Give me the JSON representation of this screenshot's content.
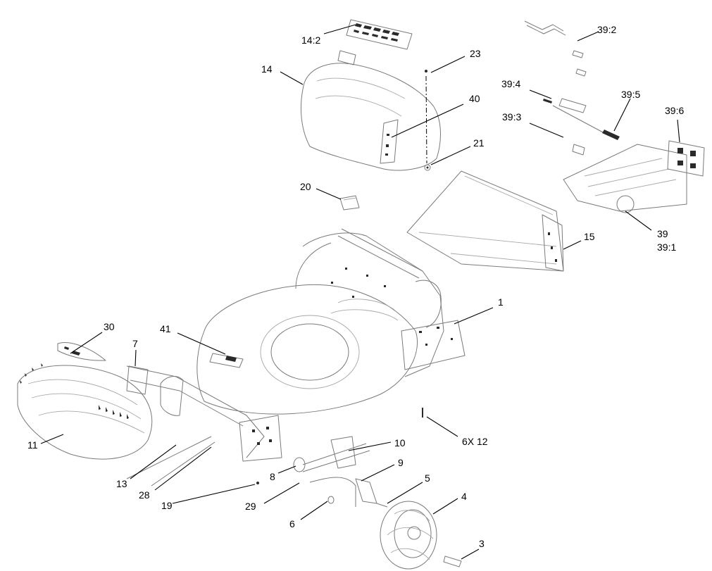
{
  "diagram": {
    "type": "exploded-parts-diagram",
    "callouts": [
      {
        "id": "c-14-2",
        "label": "14:2"
      },
      {
        "id": "c-14",
        "label": "14"
      },
      {
        "id": "c-23",
        "label": "23"
      },
      {
        "id": "c-40",
        "label": "40"
      },
      {
        "id": "c-21",
        "label": "21"
      },
      {
        "id": "c-20",
        "label": "20"
      },
      {
        "id": "c-39-2",
        "label": "39:2"
      },
      {
        "id": "c-39-4",
        "label": "39:4"
      },
      {
        "id": "c-39-5",
        "label": "39:5"
      },
      {
        "id": "c-39-6",
        "label": "39:6"
      },
      {
        "id": "c-39-3",
        "label": "39:3"
      },
      {
        "id": "c-39",
        "label": "39"
      },
      {
        "id": "c-39-1",
        "label": "39:1"
      },
      {
        "id": "c-15",
        "label": "15"
      },
      {
        "id": "c-1",
        "label": "1"
      },
      {
        "id": "c-30",
        "label": "30"
      },
      {
        "id": "c-41",
        "label": "41"
      },
      {
        "id": "c-7",
        "label": "7"
      },
      {
        "id": "c-11",
        "label": "11"
      },
      {
        "id": "c-6x12",
        "label": "6X 12"
      },
      {
        "id": "c-10",
        "label": "10"
      },
      {
        "id": "c-9",
        "label": "9"
      },
      {
        "id": "c-8",
        "label": "8"
      },
      {
        "id": "c-5",
        "label": "5"
      },
      {
        "id": "c-4",
        "label": "4"
      },
      {
        "id": "c-13",
        "label": "13"
      },
      {
        "id": "c-28",
        "label": "28"
      },
      {
        "id": "c-19",
        "label": "19"
      },
      {
        "id": "c-29",
        "label": "29"
      },
      {
        "id": "c-6",
        "label": "6"
      },
      {
        "id": "c-3",
        "label": "3"
      }
    ]
  }
}
